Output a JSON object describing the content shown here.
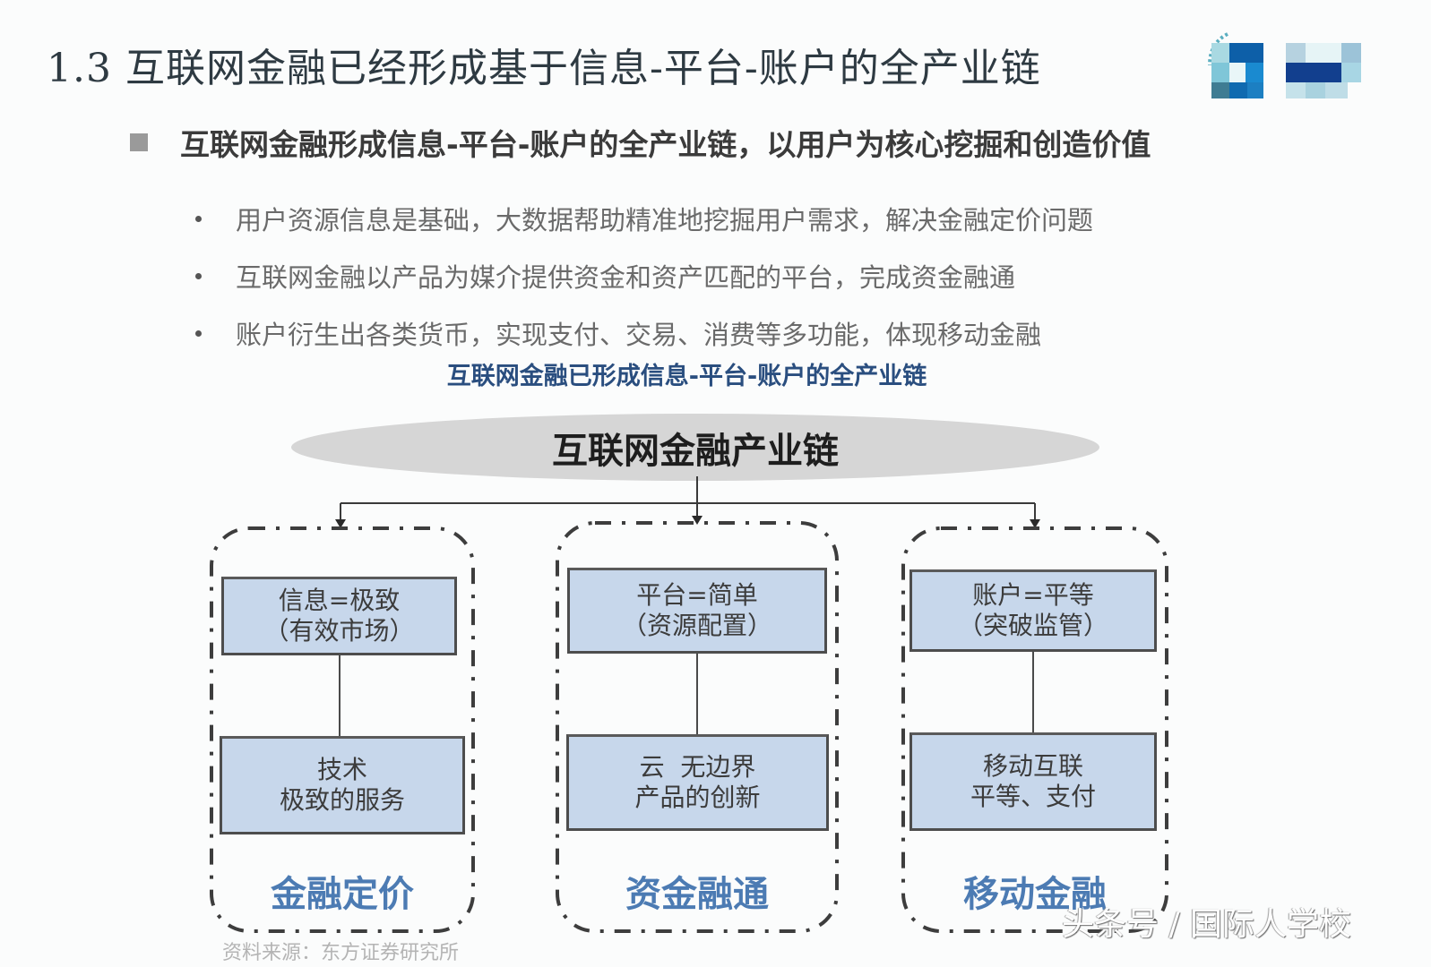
{
  "slide": {
    "title": "1.3 互联网金融已经形成基于信息-平台-账户的全产业链",
    "subheading": "互联网金融形成信息-平台-账户的全产业链，以用户为核心挖掘和创造价值",
    "bullets": [
      "用户资源信息是基础，大数据帮助精准地挖掘用户需求，解决金融定价问题",
      "互联网金融以产品为媒介提供资金和资产匹配的平台，完成资金融通",
      "账户衍生出各类货币，实现支付、交易、消费等多功能，体现移动金融"
    ],
    "logo_icon": "pixelated-logo-icon"
  },
  "diagram": {
    "caption": "互联网金融已形成信息-平台-账户的全产业链",
    "root": "互联网金融产业链",
    "columns": [
      {
        "top_line1": "信息=极致",
        "top_line2": "（有效市场）",
        "bottom_line1": "技术",
        "bottom_line2": "极致的服务",
        "label": "金融定价"
      },
      {
        "top_line1": "平台=简单",
        "top_line2": "（资源配置）",
        "bottom_line1": "云  无边界",
        "bottom_line2": "产品的创新",
        "label": "资金融通"
      },
      {
        "top_line1": "账户=平等",
        "top_line2": "（突破监管）",
        "bottom_line1": "移动互联",
        "bottom_line2": "平等、支付",
        "label": "移动金融"
      }
    ],
    "colors": {
      "box_fill": "#c7d7eb",
      "box_border": "#4d4d4d",
      "label_color": "#4c7bb3",
      "ellipse_fill": "#d6d6d6",
      "caption_color": "#2a4e7f"
    }
  },
  "footer": {
    "cut_off_text": "资料来源：东方证券研究所",
    "watermark": "头条号 / 国际人学校"
  }
}
